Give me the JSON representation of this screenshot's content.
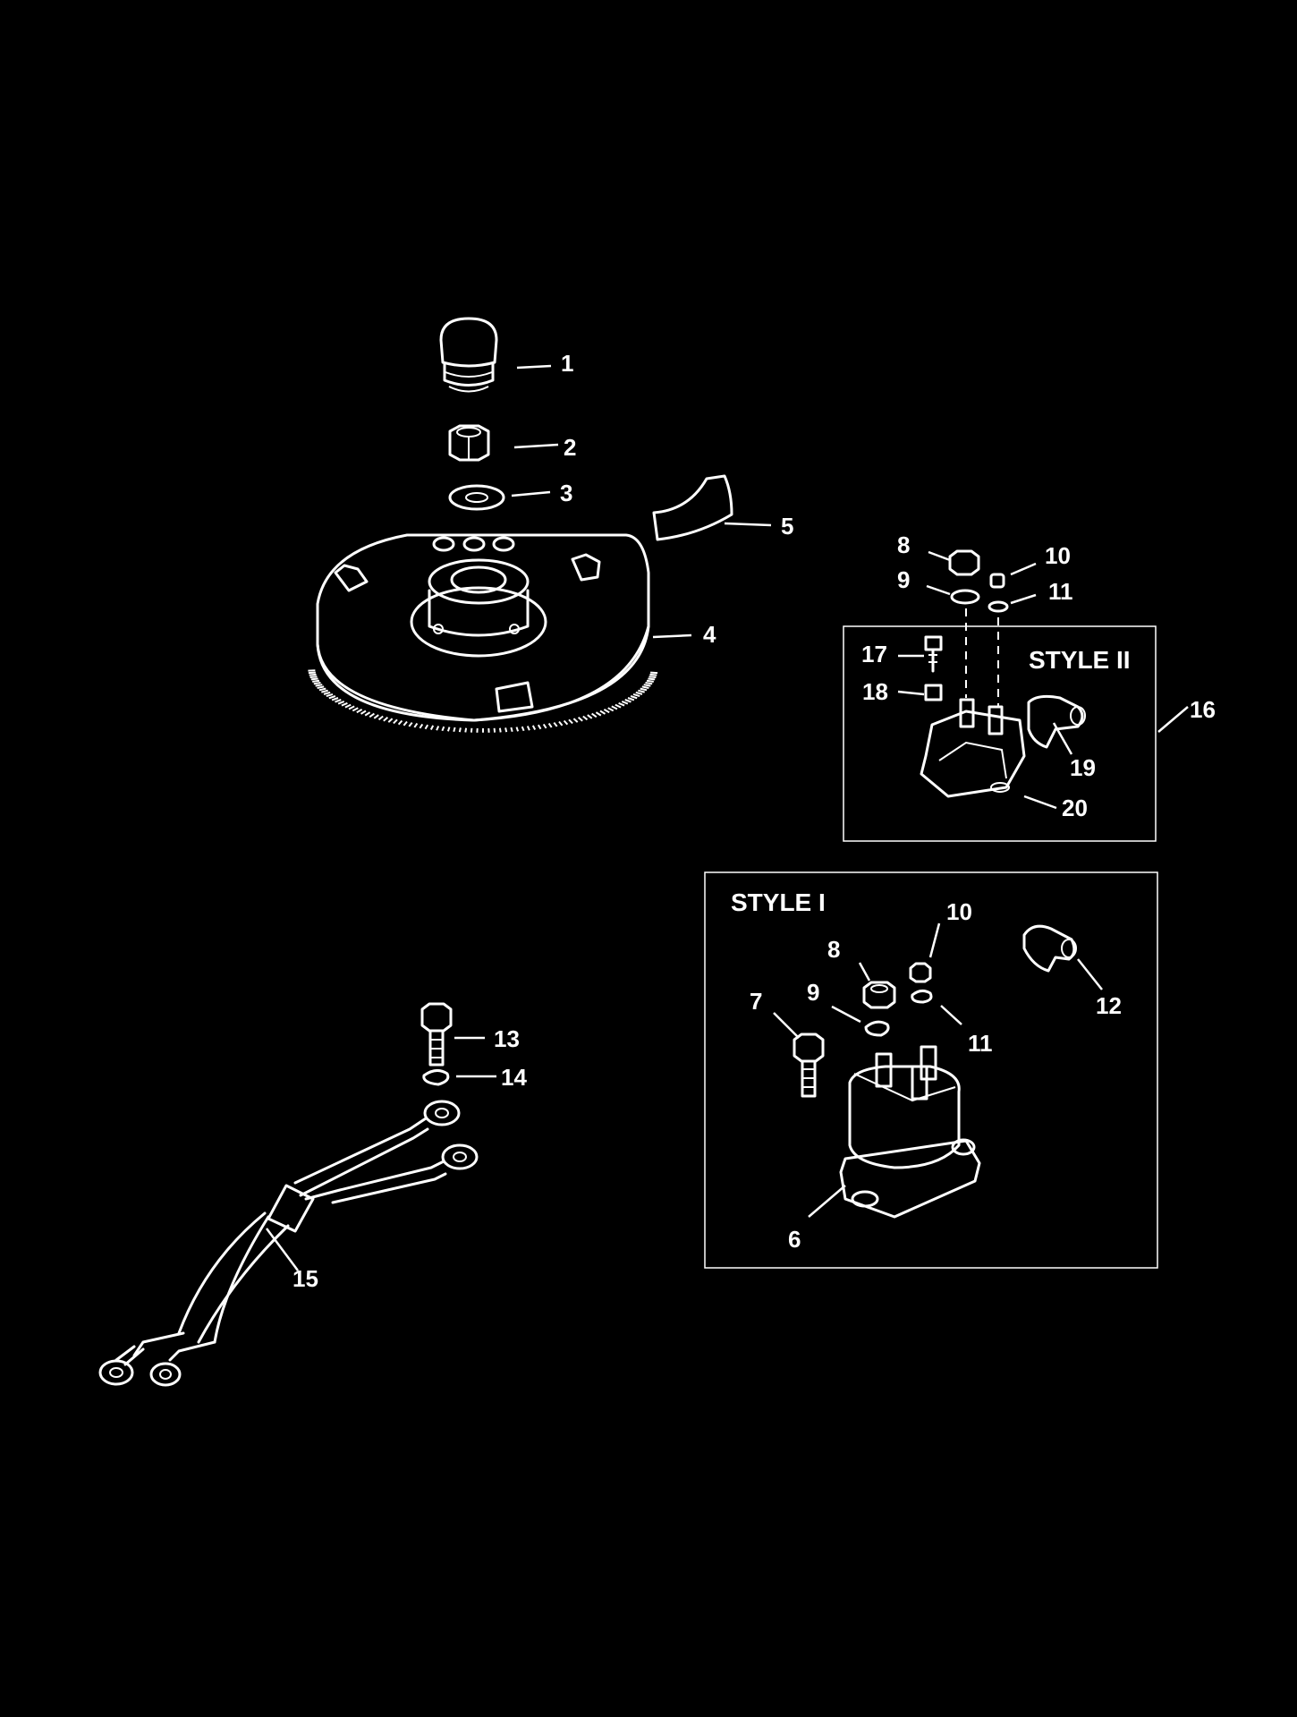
{
  "style_boxes": {
    "style_ii": "STYLE II",
    "style_i": "STYLE I"
  },
  "callouts": {
    "c1": "1",
    "c2": "2",
    "c3": "3",
    "c4": "4",
    "c5": "5",
    "c6": "6",
    "c7": "7",
    "c8a": "8",
    "c8b": "8",
    "c9a": "9",
    "c9b": "9",
    "c10a": "10",
    "c10b": "10",
    "c11a": "11",
    "c11b": "11",
    "c12": "12",
    "c13": "13",
    "c14": "14",
    "c15": "15",
    "c16": "16",
    "c17": "17",
    "c18": "18",
    "c19": "19",
    "c20": "20"
  }
}
